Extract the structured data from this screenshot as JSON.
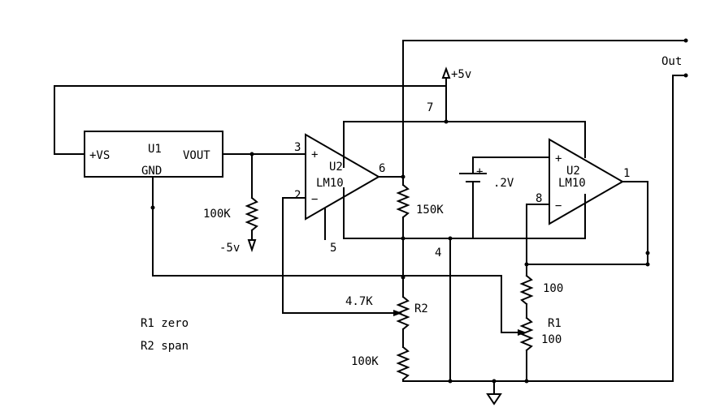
{
  "title": "",
  "u1": {
    "ref": "U1",
    "pin_vs": "+VS",
    "pin_gnd": "GND",
    "pin_vout": "VOUT"
  },
  "u2a": {
    "ref": "U2",
    "part": "LM10",
    "pin_plus": "+",
    "pin_minus": "−",
    "pin3": "3",
    "pin2": "2",
    "pin6": "6",
    "pin5": "5",
    "pin7": "7",
    "pin4": "4"
  },
  "u2b": {
    "ref": "U2",
    "part": "LM10",
    "pin_plus": "+",
    "pin_minus": "−",
    "pin1": "1",
    "pin8": "8"
  },
  "battery": {
    "plus": "+",
    "value": ".2V"
  },
  "supplies": {
    "pos": "+5v",
    "neg": "-5v"
  },
  "output": {
    "label": "Out"
  },
  "resistors": {
    "r_100k_top": "100K",
    "r_150k": "150K",
    "r_4k7": "4.7K",
    "r2": "R2",
    "r_100k_bottom": "100K",
    "r_100": "100",
    "r1": "R1",
    "r1_value": "100"
  },
  "notes": {
    "r1": "R1 zero",
    "r2": "R2 span"
  },
  "colors": {
    "line": "#000000",
    "background": "#ffffff"
  }
}
